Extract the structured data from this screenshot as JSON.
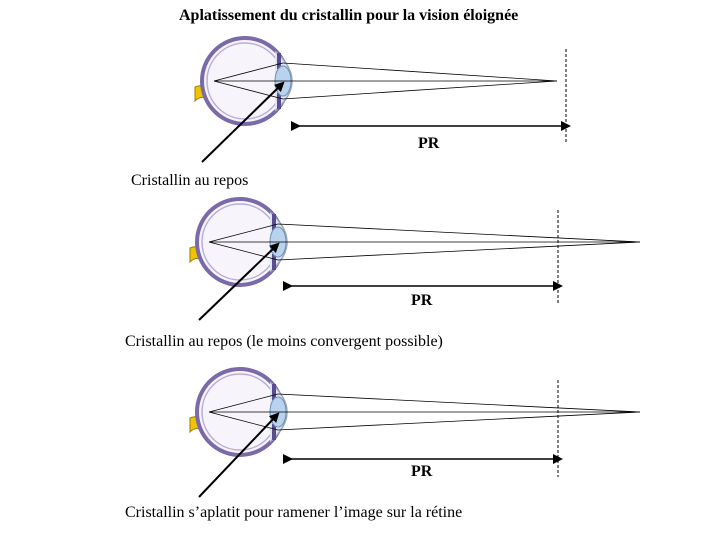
{
  "title": "Aplatissement du cristallin pour la vision éloignée",
  "panels": [
    {
      "caption": "Cristallin au repos",
      "distance_label": "PR"
    },
    {
      "caption": "Cristallin au repos (le moins convergent possible)",
      "distance_label": "PR"
    },
    {
      "caption": "Cristallin s’aplatit pour ramener l’image sur la rétine",
      "distance_label": "PR"
    }
  ],
  "colors": {
    "sclera": "#7a6aa8",
    "lens": "#b9d3ee",
    "cornea": "#dfe6ee",
    "optic_nerve": "#f0c400",
    "lines": "#000000"
  },
  "icons": [
    "eye-icon",
    "arrow-icon"
  ]
}
